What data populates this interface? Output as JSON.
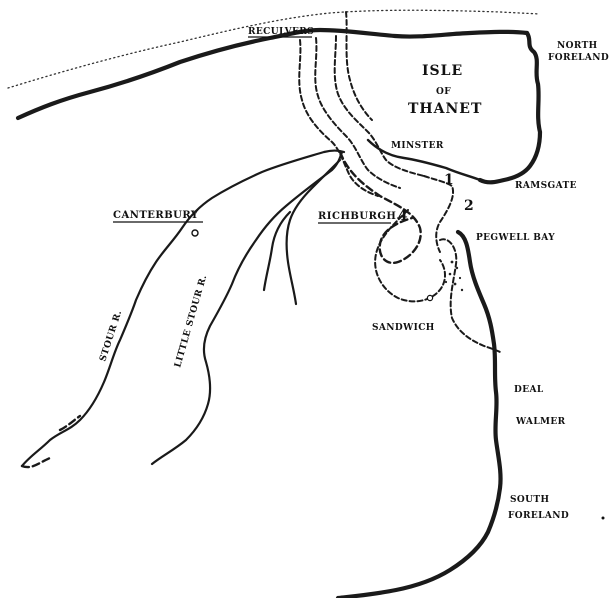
{
  "map": {
    "labels": {
      "reculvers": "RECULVERS",
      "north_foreland_1": "NORTH",
      "north_foreland_2": "FORELAND",
      "isle_1": "ISLE",
      "isle_2": "OF",
      "isle_3": "THANET",
      "minster": "MINSTER",
      "ramsgate": "RAMSGATE",
      "canterbury": "CANTERBURY",
      "richburgh": "RICHBURGH.",
      "pegwell_bay": "PEGWELL BAY",
      "sandwich": "SANDWICH",
      "stour_r": "STOUR R.",
      "little_stour_r": "LITTLE STOUR R.",
      "deal": "DEAL",
      "walmer": "WALMER",
      "south_foreland_1": "SOUTH",
      "south_foreland_2": "FORELAND"
    },
    "markers": {
      "one": "1",
      "two": "2",
      "four": "4"
    }
  }
}
